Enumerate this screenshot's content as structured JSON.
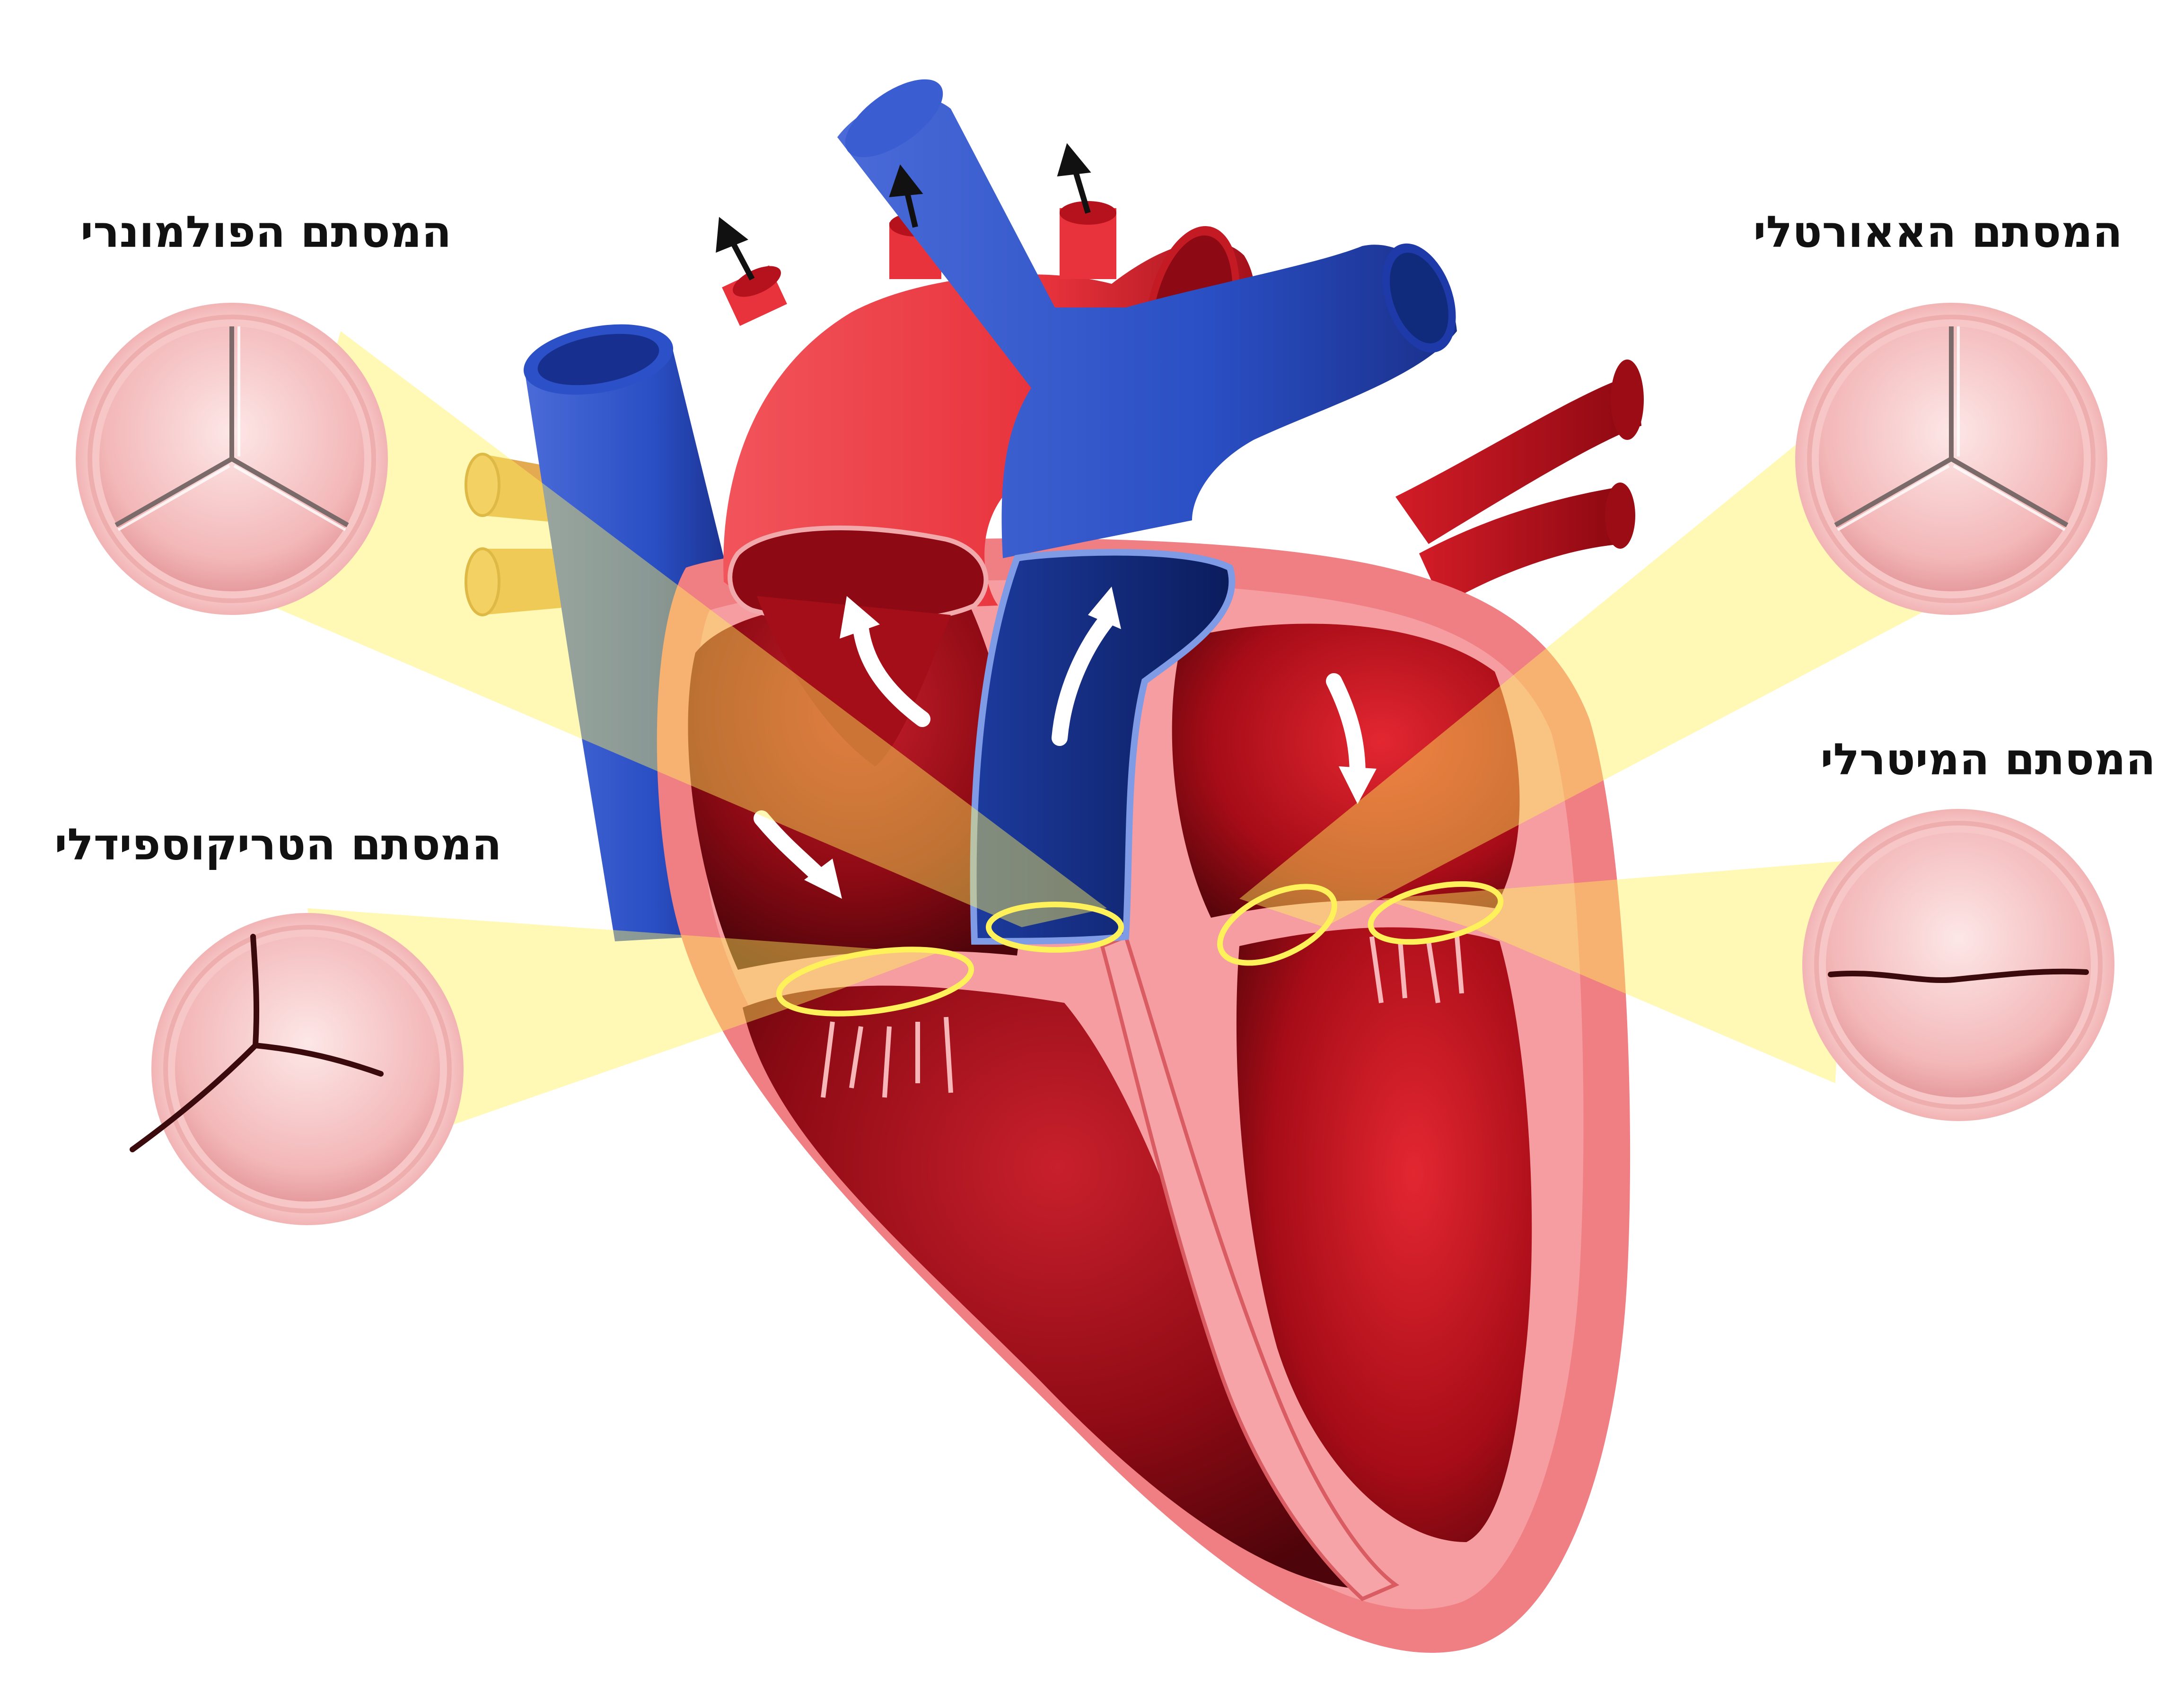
{
  "labels": {
    "pulmonary": "המסתם הפולמונרי",
    "aortic": "המסתם האאורטלי",
    "mitral": "המסתם המיטרלי",
    "tricuspid": "המסתם הטריקוספידלי"
  },
  "colors": {
    "background": "#ffffff",
    "artery_red": "#e8333c",
    "vein_blue": "#2a4fc4",
    "deep_blue": "#0f2a78",
    "muscle_dark_red": "#9e0f1a",
    "chamber_red": "#c4141f",
    "heart_wall_pink": "#f07f84",
    "valve_pink": "#f7c6c6",
    "highlight_yellow": "#fff15a",
    "vessel_gold": "#e3aa52",
    "label_text": "#111111"
  },
  "icons": {
    "flow_arrow": "white-curved-arrow-icon",
    "branch_arrow": "black-arrow-icon"
  }
}
